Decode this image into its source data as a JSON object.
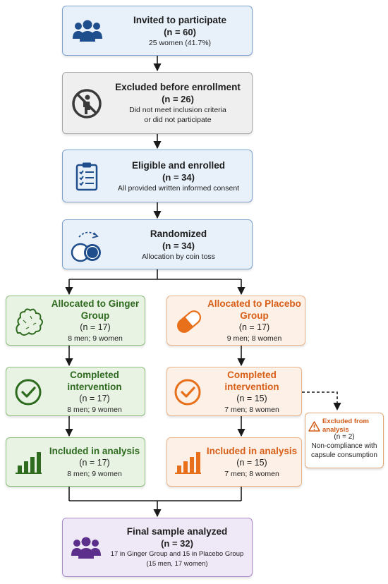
{
  "nodes": {
    "invited": {
      "title": "Invited to participate",
      "n": "(n = 60)",
      "note": "25 women (41.7%)",
      "icon": "people-icon"
    },
    "excluded": {
      "title": "Excluded before enrollment",
      "n": "(n = 26)",
      "note1": "Did not meet inclusion criteria",
      "note2": "or did not participate",
      "icon": "no-person-icon"
    },
    "eligible": {
      "title": "Eligible and enrolled",
      "n": "(n = 34)",
      "note": "All provided written informed consent",
      "icon": "clipboard-icon"
    },
    "randomized": {
      "title": "Randomized",
      "n": "(n = 34)",
      "note": "Allocation by coin toss",
      "icon": "coin-toss-icon"
    },
    "ginger_alloc": {
      "title": "Allocated to Ginger Group",
      "n": "(n = 17)",
      "note": "8 men; 9 women",
      "icon": "ginger-icon"
    },
    "placebo_alloc": {
      "title": "Allocated to Placebo Group",
      "n": "(n = 17)",
      "note": "9 men; 8 women",
      "icon": "capsule-icon"
    },
    "ginger_completed": {
      "title": "Completed intervention",
      "n": "(n = 17)",
      "note": "8 men; 9 women",
      "icon": "check-circle-icon"
    },
    "placebo_completed": {
      "title": "Completed intervention",
      "n": "(n = 15)",
      "note": "7 men; 8 women",
      "icon": "check-circle-icon"
    },
    "placebo_excluded": {
      "title": "Excluded from analysis",
      "n": "(n = 2)",
      "note1": "Non-compliance with",
      "note2": "capsule consumption",
      "icon": "warning-icon"
    },
    "ginger_analysis": {
      "title": "Included in analysis",
      "n": "(n = 17)",
      "note": "8 men; 9 women",
      "icon": "bar-chart-icon"
    },
    "placebo_analysis": {
      "title": "Included in analysis",
      "n": "(n = 15)",
      "note": "7 men; 8 women",
      "icon": "bar-chart-icon"
    },
    "final": {
      "title": "Final sample analyzed",
      "n": "(n = 32)",
      "note1": "17 in Ginger Group and 15 in Placebo Group",
      "note2": "(15 men, 17 women)",
      "icon": "people-icon"
    }
  },
  "colors": {
    "blue_icon": "#1f4e8c",
    "gray_icon": "#3a3a3a",
    "green_icon": "#2e6b1f",
    "orange_icon": "#e8701a",
    "purple_icon": "#5c2f8c",
    "connector": "#1a1a1a"
  }
}
